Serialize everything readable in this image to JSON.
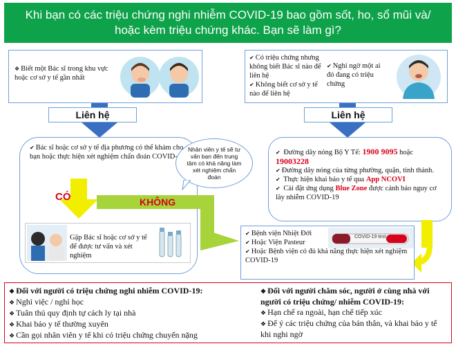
{
  "title": "Khi bạn có các triệu chứng nghi nhiễm COVID-19 bao gồm sốt, ho, sổ mũi và/ hoặc kèm triệu chứng khác. Bạn sẽ làm gì?",
  "left_top": {
    "text": "Biết một Bác sĩ trong khu vực hoặc cơ sở y tế gần nhất"
  },
  "right_top": {
    "item1": "Có triệu chứng nhưng không biết Bác sĩ nào để liên hệ",
    "item2": "Không biết cơ sở y tế nào để liên hệ",
    "item3": "Nghi ngờ một ai đó đang có triệu chứng"
  },
  "lien_he_left": "Liên hệ",
  "lien_he_right": "Liên hệ",
  "left_mid": {
    "text": "Bác sĩ hoặc cơ sở y tế địa phương có thể khám cho bạn hoặc thực hiện xét nghiệm chẩn đoán COVID-19"
  },
  "callout": "Nhân viên y tế sẽ tư vấn bạn đến trung tâm có khả năng làm xét nghiệm chẩn đoán",
  "co_label": "CÓ",
  "khong_label": "KHÔNG",
  "inner_box": "Gặp Bác sĩ hoặc cơ sở y tế để được tư vấn và xét nghiệm",
  "right_mid": {
    "hotline_prefix": "Đường dây nóng Bộ Y Tế: ",
    "hotline1": "1900 9095",
    "hotline_or": " hoặc",
    "hotline2": "19003228",
    "item2": "Đường dây nóng của từng phường, quận, tỉnh thành.",
    "item3_prefix": "Thực hiện khai báo y tế qua ",
    "item3_app": "App NCOVI",
    "item4_prefix": "Cài đặt ứng dụng ",
    "item4_app": "Blue Zone",
    "item4_suffix": " được cảnh báo nguy cơ lây nhiễm COVID-19"
  },
  "hospital_box": {
    "item1": "Bệnh viện Nhiệt Đới",
    "item2": "Hoặc Viện Pasteur",
    "item3": "Hoặc Bệnh viện có đủ khả năng thực hiện xét nghiệm COVID-19",
    "tube_label": "COVID-19 test"
  },
  "bottom_left": {
    "heading": "Đối với người có triệu chứng nghi nhiễm COVID-19:",
    "items": [
      "Nghỉ việc / nghỉ học",
      "Tuân thủ quy định tự cách ly tại nhà",
      "Khai báo y tế thường xuyên",
      "Cần gọi nhân viên y tế khi có triệu chứng chuyển nặng"
    ]
  },
  "bottom_right": {
    "heading": "Đối với người chăm sóc, người ở cùng nhà với người có triệu chứng/ nhiễm COVID-19:",
    "items": [
      "Hạn chế ra ngoài, hạn chế tiếp xúc",
      "Để ý các triệu chứng của bản thân, và khai báo y tế khi nghi ngờ"
    ]
  },
  "colors": {
    "title_bg": "#0ea24a",
    "panel_border": "#6f9fd8",
    "arrow_blue": "#3b6fc1",
    "arrow_yellow": "#f2ee00",
    "arrow_green": "#a6d43a",
    "red": "#d9001b"
  }
}
